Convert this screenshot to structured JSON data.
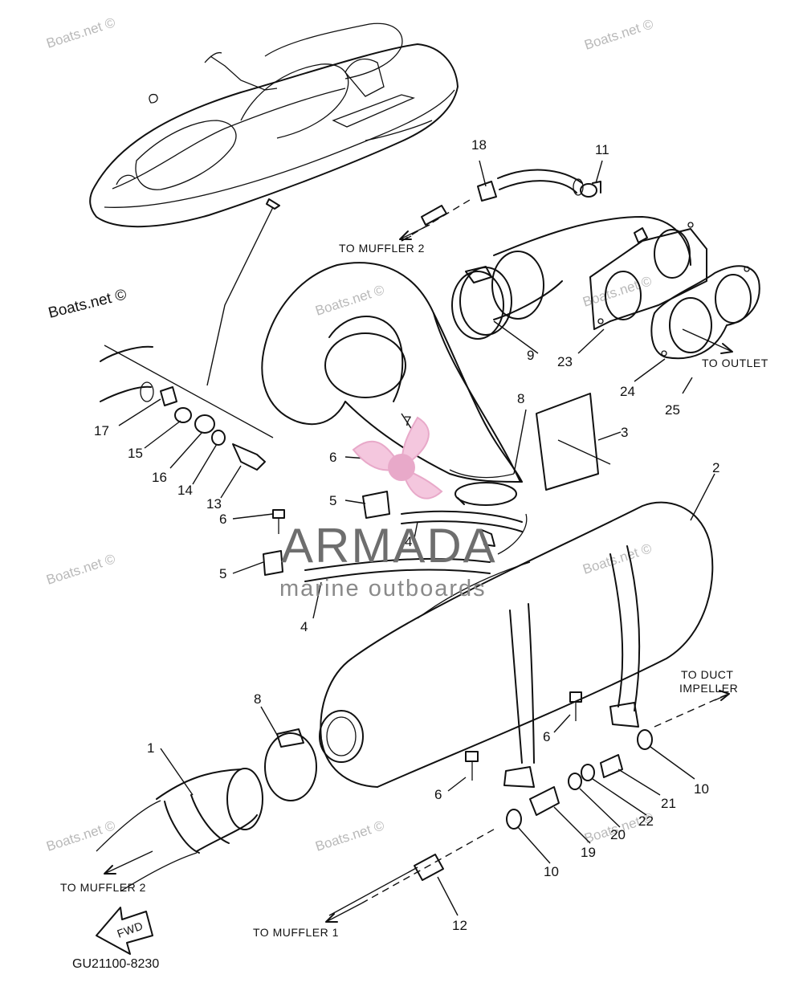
{
  "diagram": {
    "drawing_code": "GU21100-8230",
    "callouts": [
      "1",
      "2",
      "3",
      "4",
      "4",
      "5",
      "5",
      "6",
      "6",
      "6",
      "6",
      "7",
      "8",
      "8",
      "9",
      "10",
      "10",
      "11",
      "12",
      "13",
      "14",
      "15",
      "16",
      "17",
      "18",
      "19",
      "20",
      "21",
      "22",
      "23",
      "24",
      "25"
    ],
    "labels": {
      "to_muffler_2_top": "TO MUFFLER 2",
      "to_outlet": "TO OUTLET",
      "to_duct_impeller_1": "TO DUCT",
      "to_duct_impeller_2": "IMPELLER",
      "to_muffler_2_bottom": "TO MUFFLER 2",
      "to_muffler_1": "TO MUFFLER 1",
      "fwd": "FWD"
    },
    "watermark": {
      "text": "Boats.net ©",
      "brand_name": "ARMADA",
      "brand_tagline": "marine outboards",
      "brand_color": "#e8a9c9"
    }
  }
}
